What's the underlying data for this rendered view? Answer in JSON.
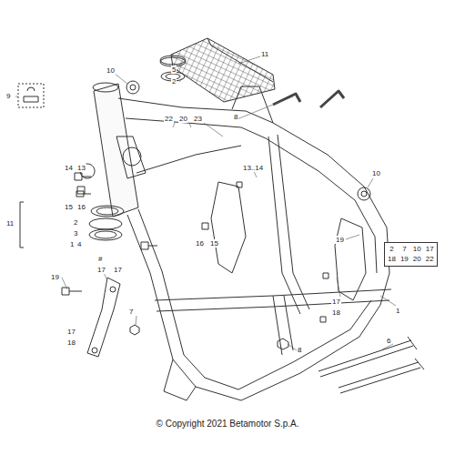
{
  "diagram": {
    "caption": "© Copyright 2021 Betamotor S.p.A.",
    "nodes": [
      {
        "text": [
          "2",
          "7",
          "10",
          "17",
          "18",
          "19",
          "20",
          "22"
        ]
      }
    ],
    "labels": [
      "11",
      "5",
      "2",
      "10",
      "8",
      "9",
      "22",
      "20",
      "23",
      "14",
      "13",
      "13..14",
      "10",
      "11",
      "15",
      "16",
      "2",
      "3",
      "1",
      "4",
      "16",
      "15",
      "19",
      "#",
      "17",
      "17",
      "1",
      "19",
      "7",
      "17",
      "18",
      "17",
      "18",
      "6",
      "8"
    ]
  }
}
